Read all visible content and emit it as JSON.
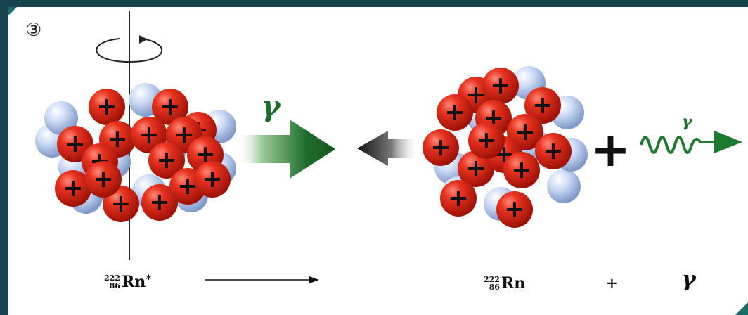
{
  "step_number": "③",
  "gamma_symbol": "γ",
  "plus_symbol": "+",
  "equation": {
    "reactant": {
      "mass_number": "222",
      "atomic_number": "86",
      "element": "Rn",
      "excited_mark": "*"
    },
    "product": {
      "mass_number": "222",
      "atomic_number": "86",
      "element": "Rn"
    },
    "plus": "+",
    "gamma": "γ"
  },
  "colors": {
    "proton": "#e0281e",
    "neutron": "#b9cdef",
    "gamma_arrow": "#1e6b2a",
    "recoil_arrow": "#111111",
    "gamma_wave": "#1e7a2e"
  },
  "icons": [
    "rotation-icon",
    "spin-axis",
    "gamma-ray-arrow",
    "recoil-arrow",
    "gamma-wave-icon",
    "equation-arrow"
  ]
}
